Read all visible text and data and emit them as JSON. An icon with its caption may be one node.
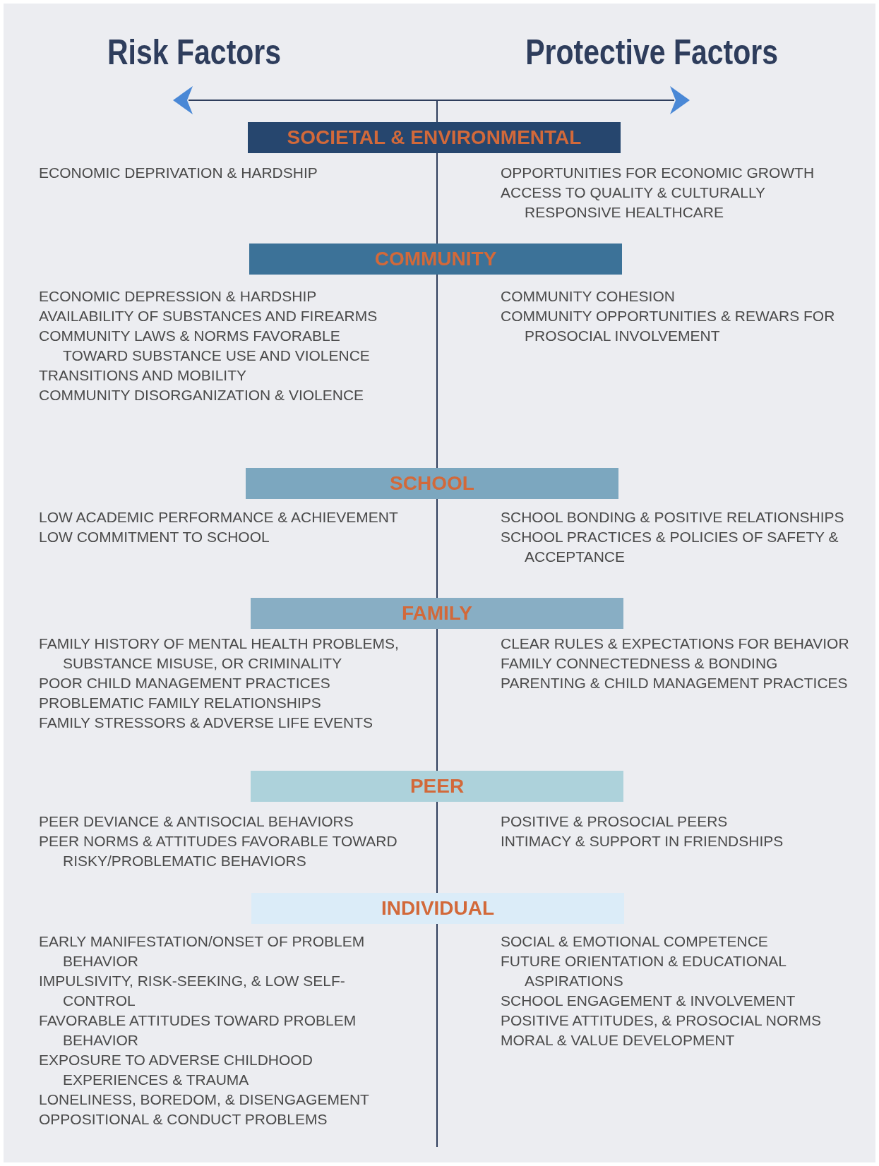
{
  "diagram": {
    "nodes": [
      {
        "text": [
          "SOCIETAL & ENVIRONMENTAL"
        ]
      },
      {
        "text": [
          "COMMUNITY"
        ]
      },
      {
        "text": [
          "SCHOOL"
        ]
      },
      {
        "text": [
          "FAMILY"
        ]
      },
      {
        "text": [
          "PEER"
        ]
      },
      {
        "text": [
          "INDIVIDUAL"
        ]
      }
    ],
    "labels": [
      "Risk Factors",
      "Protective Factors",
      "ECONOMIC DEPRIVATION & HARDSHIP",
      "OPPORTUNITIES FOR ECONOMIC GROWTH",
      "ACCESS TO QUALITY & CULTURALLY RESPONSIVE HEALTHCARE",
      "ECONOMIC DEPRESSION & HARDSHIP",
      "AVAILABILITY OF SUBSTANCES AND FIREARMS",
      "COMMUNITY LAWS & NORMS FAVORABLE TOWARD SUBSTANCE USE AND VIOLENCE",
      "TRANSITIONS AND MOBILITY",
      "COMMUNITY DISORGANIZATION & VIOLENCE",
      "COMMUNITY COHESION",
      "COMMUNITY OPPORTUNITIES & REWARS FOR PROSOCIAL INVOLVEMENT",
      "LOW ACADEMIC PERFORMANCE & ACHIEVEMENT",
      "LOW COMMITMENT TO SCHOOL",
      "SCHOOL BONDING & POSITIVE RELATIONSHIPS",
      "SCHOOL PRACTICES & POLICIES OF SAFETY & ACCEPTANCE",
      "FAMILY HISTORY OF MENTAL HEALTH PROBLEMS, SUBSTANCE MISUSE, OR CRIMINALITY",
      "POOR CHILD MANAGEMENT PRACTICES",
      "PROBLEMATIC FAMILY RELATIONSHIPS",
      "FAMILY STRESSORS & ADVERSE LIFE EVENTS",
      "CLEAR RULES & EXPECTATIONS FOR BEHAVIOR",
      "FAMILY CONNECTEDNESS & BONDING",
      "PARENTING & CHILD MANAGEMENT PRACTICES",
      "PEER DEVIANCE & ANTISOCIAL BEHAVIORS",
      "PEER NORMS & ATTITUDES FAVORABLE TOWARD RISKY/PROBLEMATIC BEHAVIORS",
      "POSITIVE & PROSOCIAL PEERS",
      "INTIMACY & SUPPORT IN FRIENDSHIPS",
      "EARLY MANIFESTATION/ONSET OF PROBLEM BEHAVIOR",
      "IMPULSIVITY, RISK-SEEKING, & LOW SELF-CONTROL",
      "FAVORABLE ATTITUDES TOWARD PROBLEM BEHAVIOR",
      "EXPOSURE TO ADVERSE CHILDHOOD EXPERIENCES & TRAUMA",
      "LONELINESS, BOREDOM, & DISENGAGEMENT",
      "OPPOSITIONAL & CONDUCT PROBLEMS",
      "SOCIAL & EMOTIONAL COMPETENCE",
      "FUTURE ORIENTATION & EDUCATIONAL ASPIRATIONS",
      "SCHOOL ENGAGEMENT & INVOLVEMENT",
      "POSITIVE ATTITUDES, & PROSOCIAL NORMS",
      "MORAL & VALUE DEVELOPMENT"
    ]
  }
}
